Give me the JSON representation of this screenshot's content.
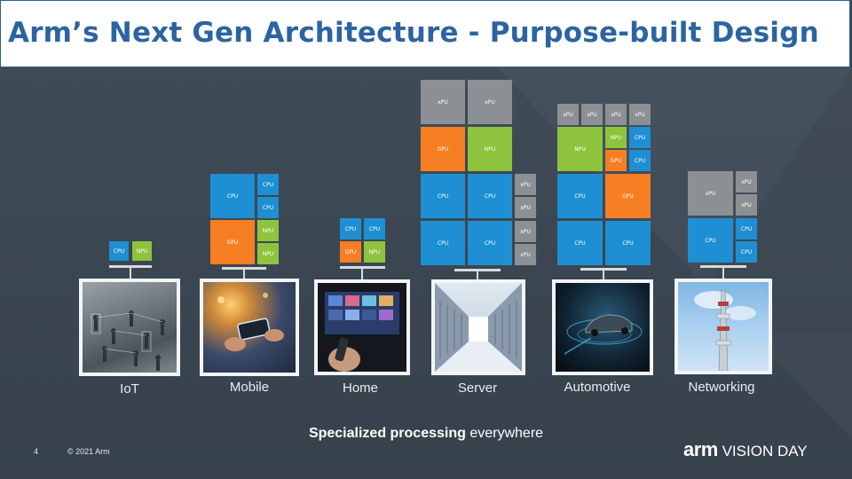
{
  "title": "Arm’s Next Gen Architecture - Purpose-built Design",
  "colors": {
    "cpu": "#1e8fd2",
    "gpu": "#f57f22",
    "npu": "#8ec33e",
    "xpu": "#8c9094",
    "title": "#2c64a2"
  },
  "segments": [
    {
      "label": "IoT",
      "chips": [
        "CPU",
        "NPU"
      ]
    },
    {
      "label": "Mobile",
      "chips": [
        "CPU",
        "CPU",
        "CPU",
        "GPU",
        "NPU",
        "NPU"
      ]
    },
    {
      "label": "Home",
      "chips": [
        "CPU",
        "CPU",
        "GPU",
        "NPU"
      ]
    },
    {
      "label": "Server",
      "chips": [
        "xPU",
        "xPU",
        "GPU",
        "NPU",
        "CPU",
        "CPU",
        "CPU",
        "CPU",
        "xPU",
        "xPU",
        "xPU",
        "xPU"
      ]
    },
    {
      "label": "Automotive",
      "chips": [
        "xPU",
        "xPU",
        "xPU",
        "xPU",
        "NPU",
        "NPU",
        "CPU",
        "GPU",
        "CPU",
        "CPU",
        "GPU",
        "CPU",
        "CPU"
      ]
    },
    {
      "label": "Networking",
      "chips": [
        "xPU",
        "xPU",
        "xPU",
        "CPU",
        "CPU",
        "CPU"
      ]
    }
  ],
  "tagline": {
    "bold": "Specialized processing",
    "rest": " everywhere"
  },
  "footer": {
    "page": "4",
    "copyright": "© 2021 Arm",
    "brand_logo": "arm",
    "brand_text": "VISION DAY"
  }
}
